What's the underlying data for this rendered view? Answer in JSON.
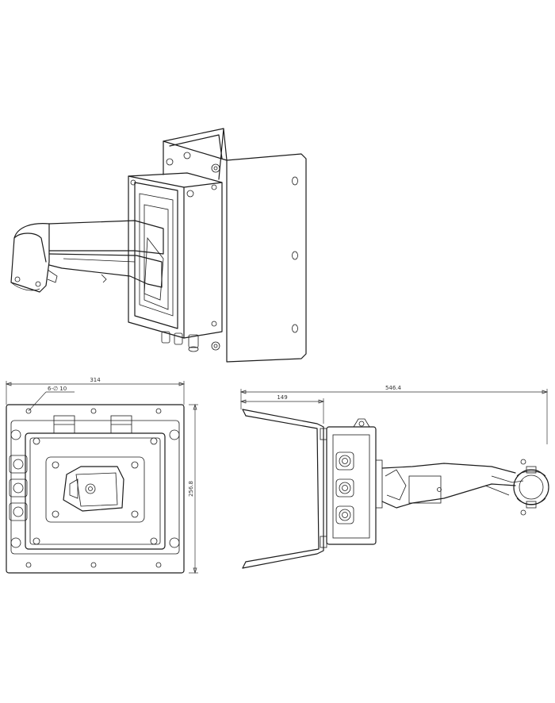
{
  "front_view": {
    "width_label": "314",
    "height_label": "256.8",
    "hole_note": "6-∅ 10"
  },
  "side_view": {
    "total_length_label": "546.4",
    "bracket_depth_label": "149"
  }
}
